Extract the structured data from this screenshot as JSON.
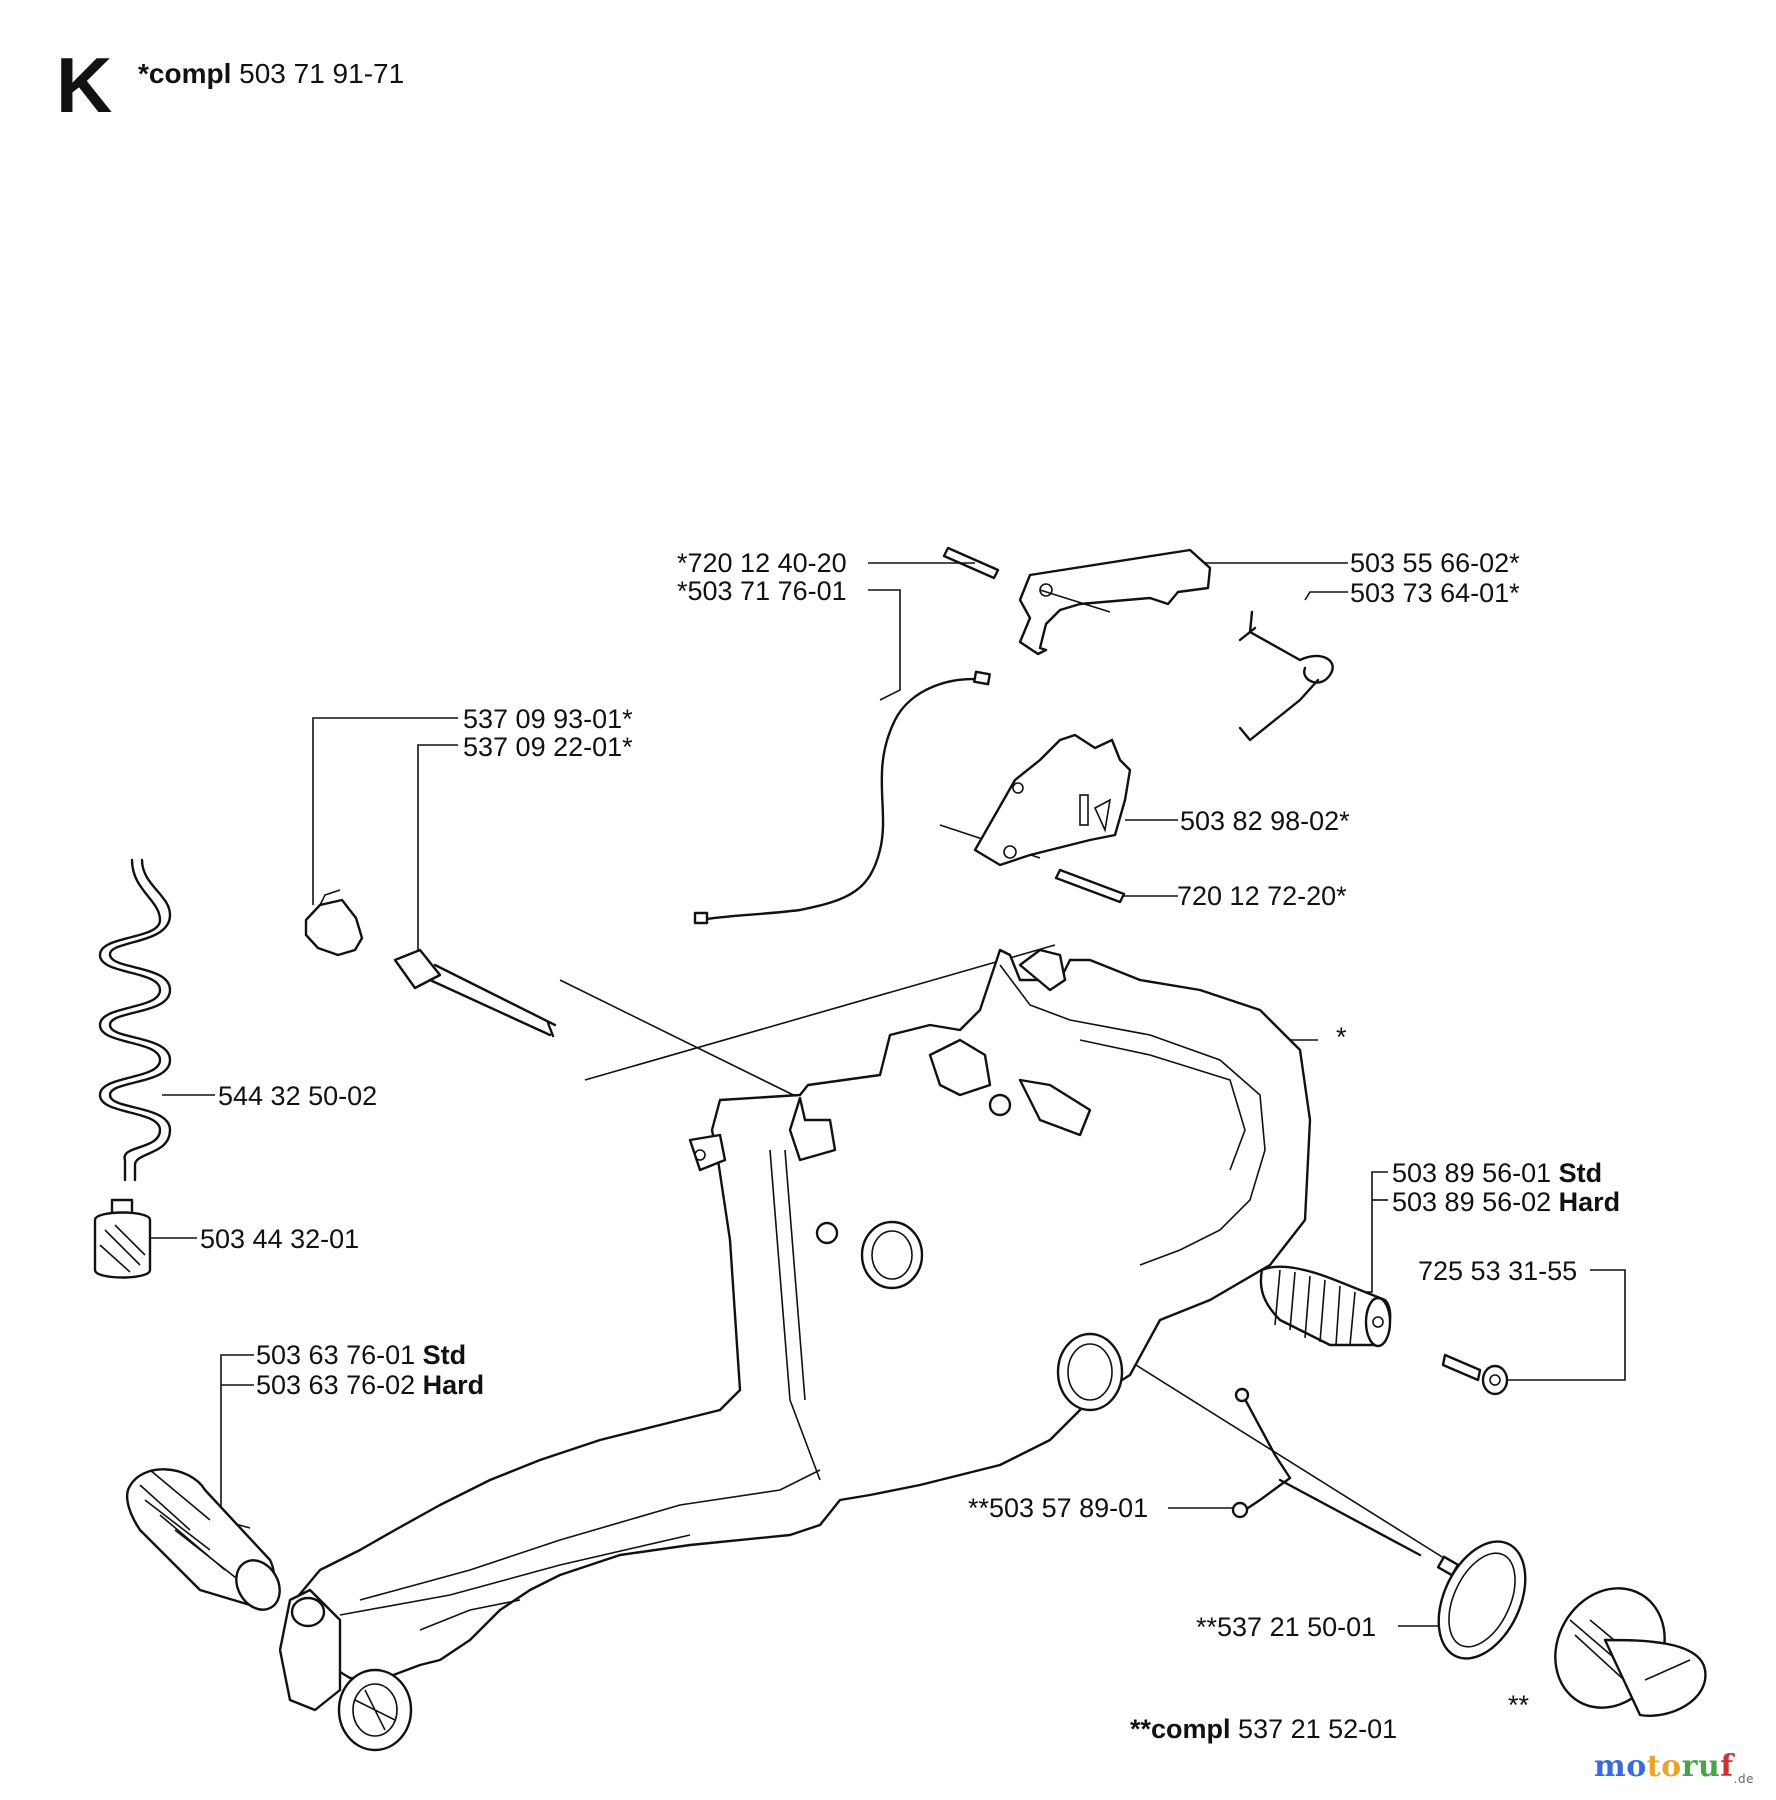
{
  "header": {
    "section_letter": "K",
    "assembly_prefix": "*compl",
    "assembly_number": "503 71 91-71"
  },
  "callouts": {
    "c1": "*720 12 40-20",
    "c2": "*503 71 76-01",
    "c3": "503 55 66-02*",
    "c4": "503 73 64-01*",
    "c5": "537 09 93-01*",
    "c6": "537 09 22-01*",
    "c7": "503 82 98-02*",
    "c8": "720 12 72-20*",
    "c9": "*",
    "c10": "544 32 50-02",
    "c11": "503 44 32-01",
    "c12_num": "503 89 56-01",
    "c12_tag": "Std",
    "c13_num": "503 89 56-02",
    "c13_tag": "Hard",
    "c14": "725 53 31-55",
    "c15_num": "503 63 76-01",
    "c15_tag": "Std",
    "c16_num": "503 63 76-02",
    "c16_tag": "Hard",
    "c17": "**503 57 89-01",
    "c18": "**537 21 50-01",
    "c19": "**"
  },
  "footer": {
    "assembly_prefix": "**compl",
    "assembly_number": "537 21 52-01"
  },
  "watermark": {
    "p1": "mo",
    "p2": "to",
    "p3": "ru",
    "p4": "f",
    "suffix": ".de"
  }
}
